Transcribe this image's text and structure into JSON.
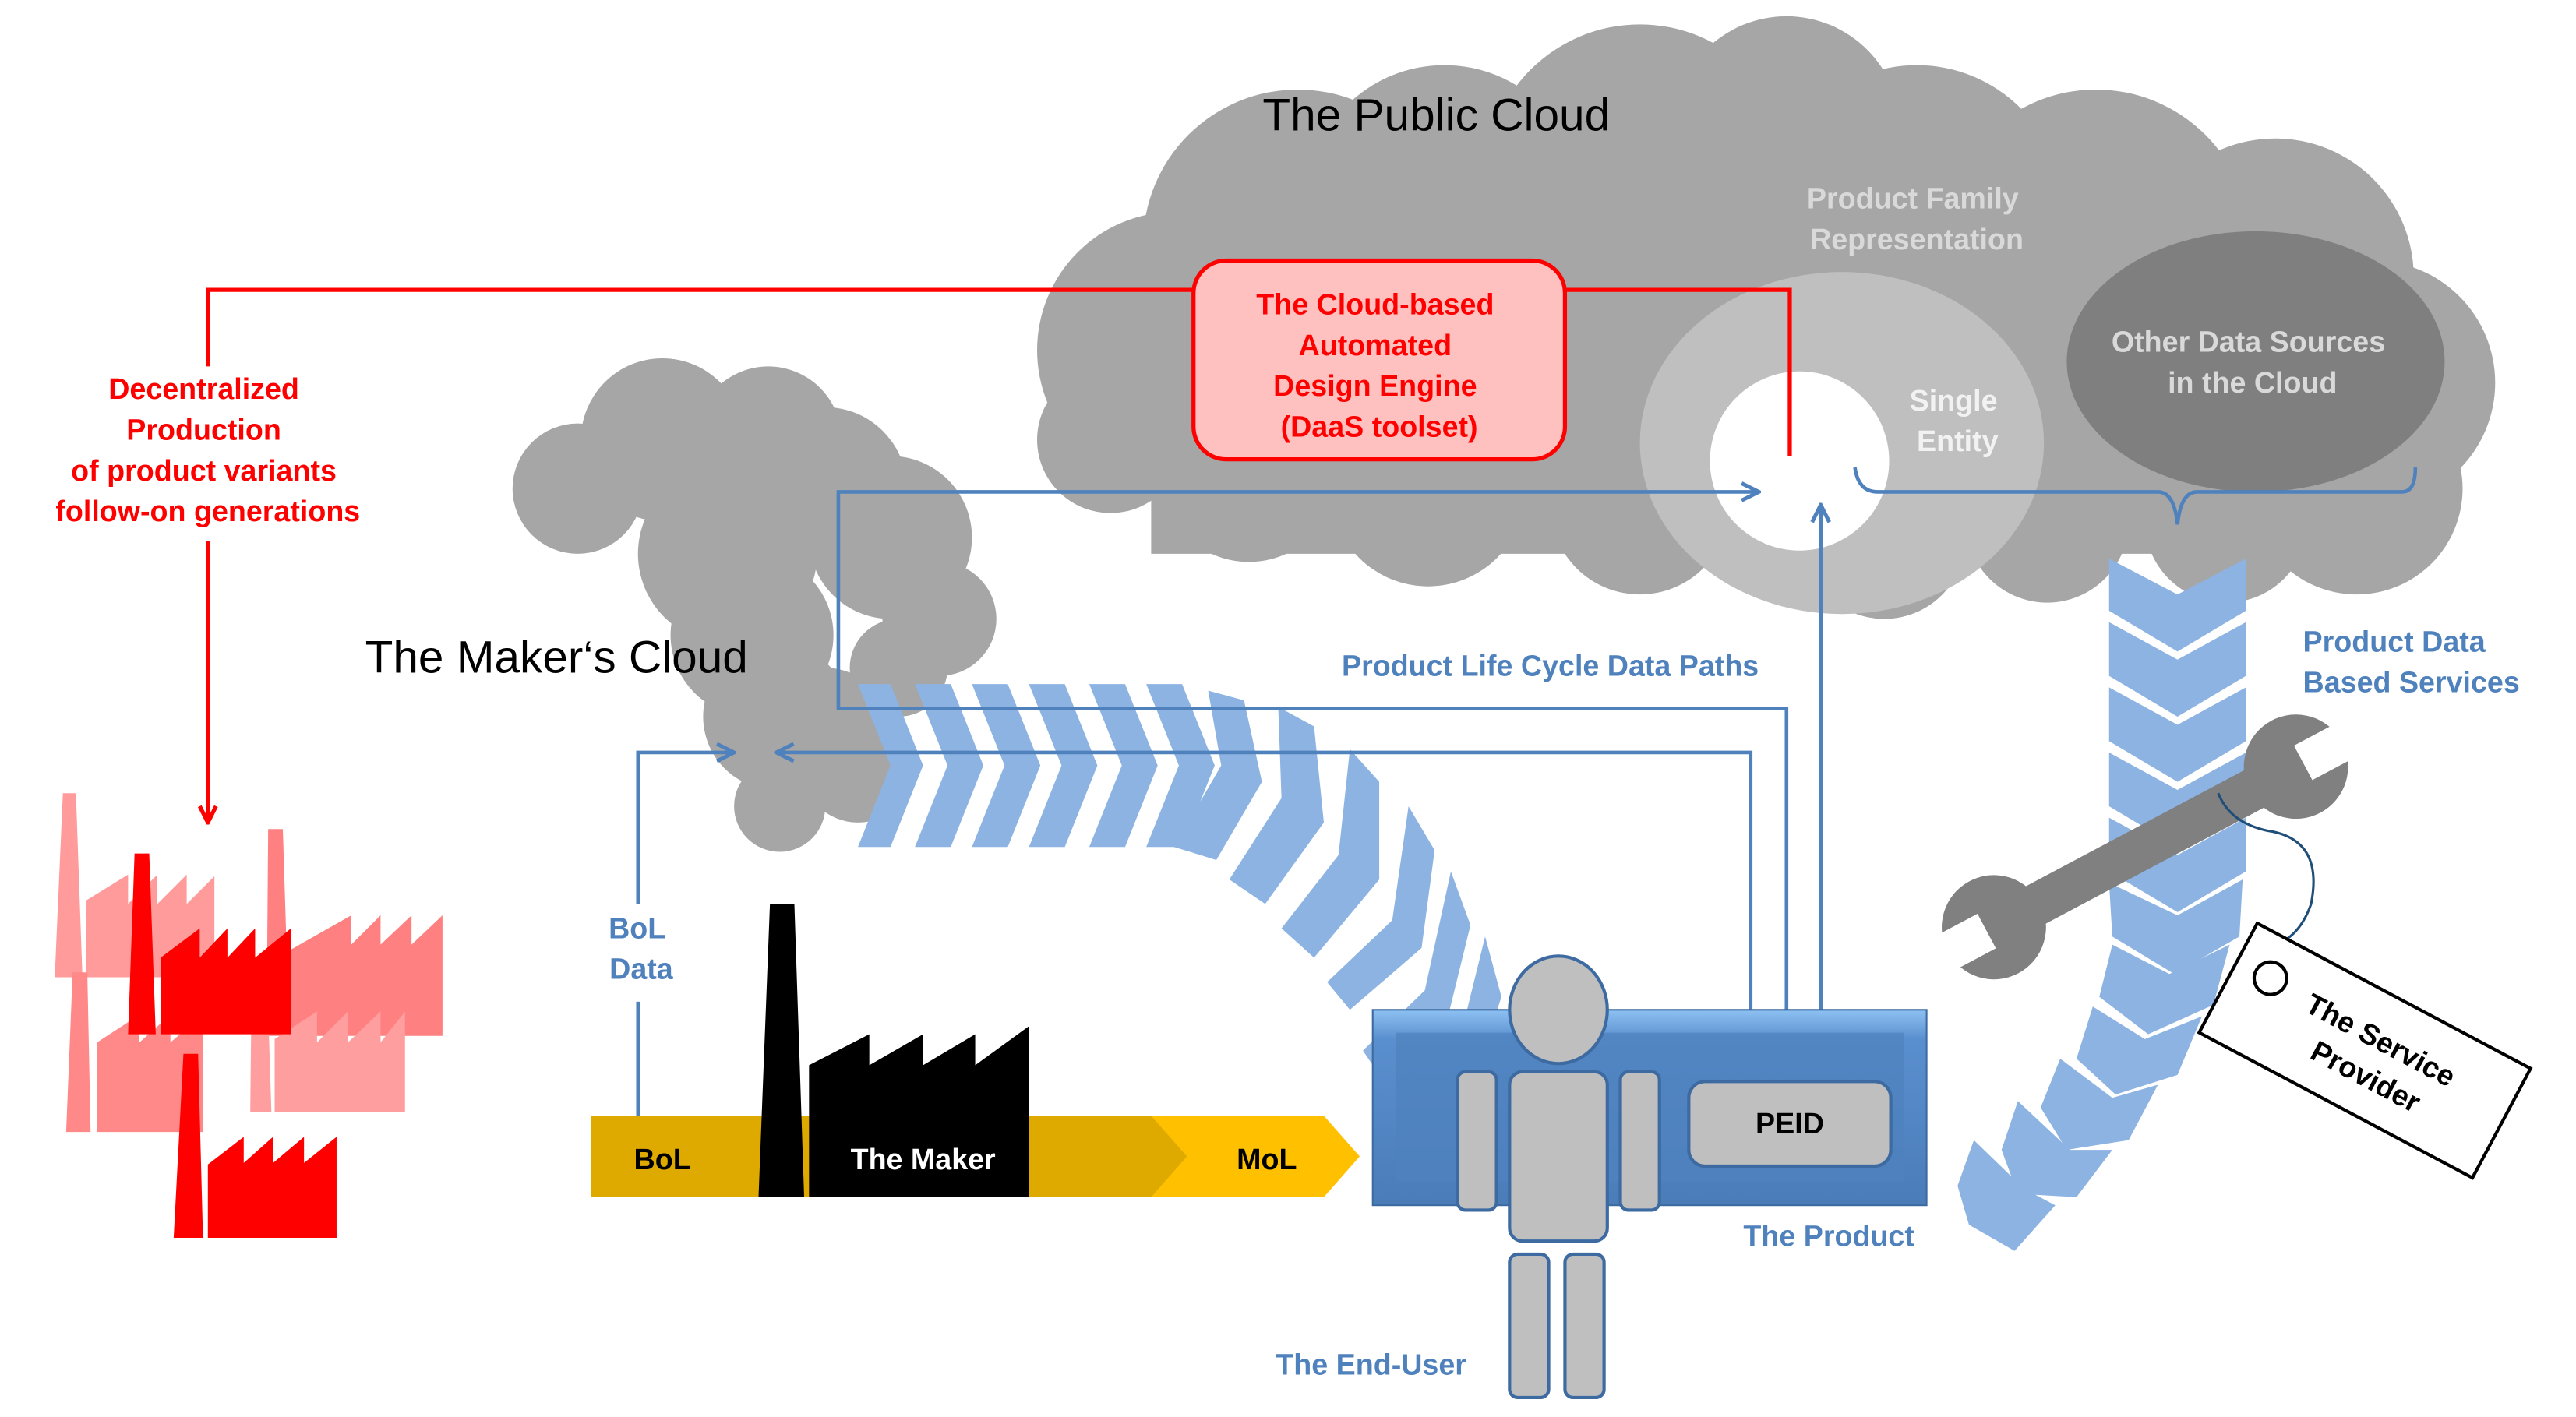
{
  "diagram": {
    "public_cloud": {
      "title": "The Public Cloud",
      "product_family": [
        "Product Family",
        "Representation"
      ],
      "single_entity": [
        "Single",
        "Entity"
      ],
      "other_sources": [
        "Other Data Sources",
        "in the Cloud"
      ],
      "design_engine": [
        "The Cloud-based",
        "Automated",
        "Design Engine",
        "(DaaS toolset)"
      ]
    },
    "makers_cloud": {
      "title": "The Maker‘s Cloud"
    },
    "decentralized": [
      "Decentralized",
      "Production",
      "of product variants",
      "follow-on generations"
    ],
    "data_paths_label": "Product Life Cycle Data Paths",
    "services_label": [
      "Product Data",
      "Based Services"
    ],
    "bol_data": [
      "BoL",
      "Data"
    ],
    "timeline": {
      "bol": "BoL",
      "maker": "The Maker",
      "mol": "MoL"
    },
    "product": {
      "peid": "PEID",
      "label": "The Product"
    },
    "end_user": "The End-User",
    "service_provider": [
      "The Service",
      "Provider"
    ],
    "colors": {
      "red": "#ff0000",
      "blue": "#4f81bd",
      "chevron_blue": "#8db3e2",
      "cloud_gray": "#a6a6a6",
      "gold_dark": "#dfaa00",
      "gold_light": "#ffc000",
      "pink_fill": "#ffc0c0"
    }
  }
}
